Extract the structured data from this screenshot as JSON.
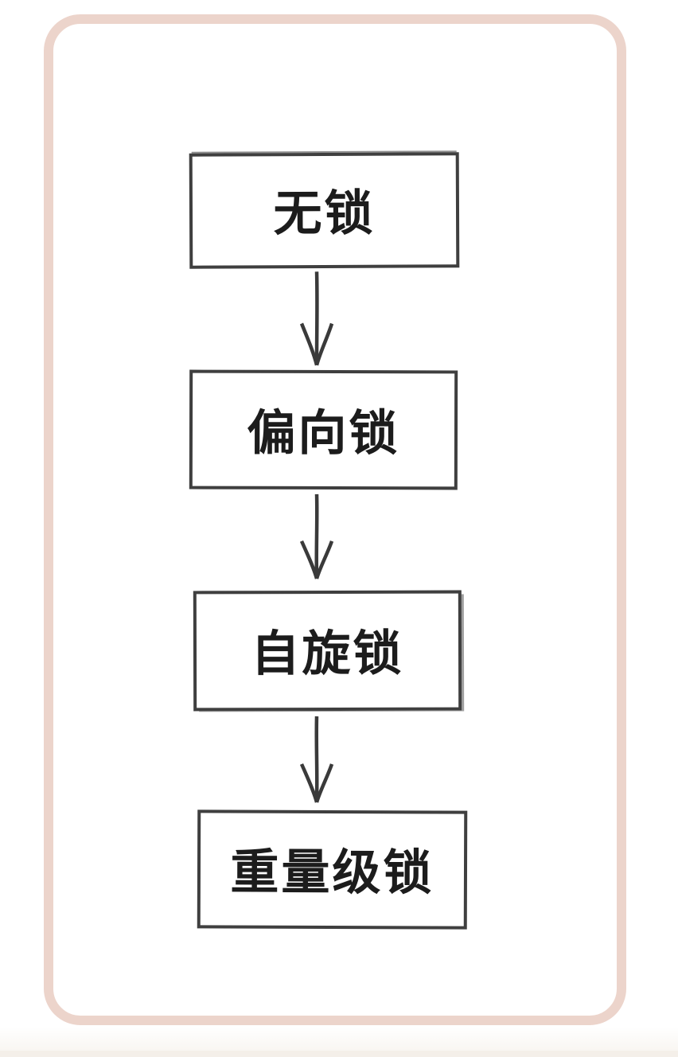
{
  "diagram": {
    "description": "lock-upgrade-flowchart",
    "nodes": [
      {
        "id": "no-lock",
        "label": "无锁"
      },
      {
        "id": "biased-lock",
        "label": "偏向锁"
      },
      {
        "id": "spin-lock",
        "label": "自旋锁"
      },
      {
        "id": "heavyweight-lock",
        "label": "重量级锁"
      }
    ],
    "edges": [
      {
        "from": "no-lock",
        "to": "biased-lock",
        "direction": "down"
      },
      {
        "from": "biased-lock",
        "to": "spin-lock",
        "direction": "down"
      },
      {
        "from": "spin-lock",
        "to": "heavyweight-lock",
        "direction": "down"
      }
    ],
    "colors": {
      "frame_border": "#ecd4cb",
      "node_border": "#3f3f3f",
      "node_text": "#1c1c1c",
      "arrow": "#3a3a3a",
      "background": "#ffffff",
      "bottom_strip": "#f4efe9"
    }
  }
}
